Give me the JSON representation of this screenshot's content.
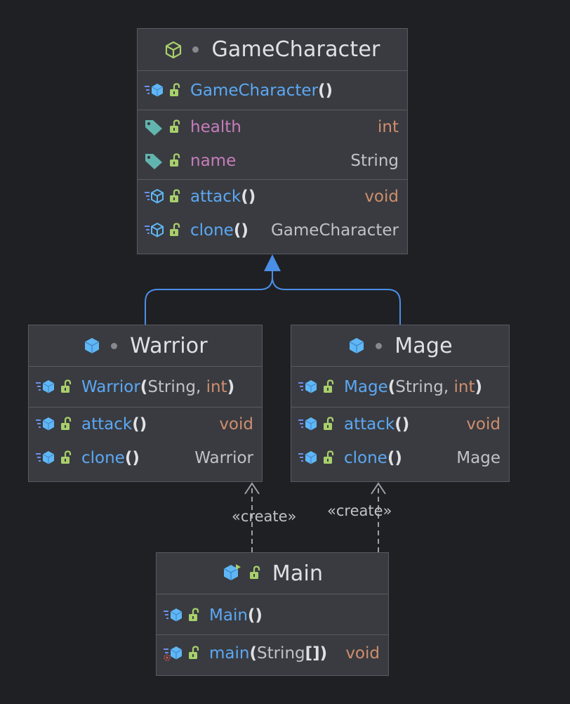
{
  "classes": {
    "gamecharacter": {
      "name": "GameCharacter",
      "constructor": {
        "name": "GameCharacter",
        "params": "()"
      },
      "fields": [
        {
          "name": "health",
          "type": "int"
        },
        {
          "name": "name",
          "type": "String"
        }
      ],
      "methods": [
        {
          "name": "attack",
          "params": "()",
          "return": "void"
        },
        {
          "name": "clone",
          "params": "()",
          "return": "GameCharacter"
        }
      ]
    },
    "warrior": {
      "name": "Warrior",
      "constructor": {
        "name": "Warrior",
        "open": "(",
        "p1": "String, ",
        "p2": "int",
        "close": ")"
      },
      "methods": [
        {
          "name": "attack",
          "params": "()",
          "return": "void"
        },
        {
          "name": "clone",
          "params": "()",
          "return": "Warrior"
        }
      ]
    },
    "mage": {
      "name": "Mage",
      "constructor": {
        "name": "Mage",
        "open": "(",
        "p1": "String, ",
        "p2": "int",
        "close": ")"
      },
      "methods": [
        {
          "name": "attack",
          "params": "()",
          "return": "void"
        },
        {
          "name": "clone",
          "params": "()",
          "return": "Mage"
        }
      ]
    },
    "main": {
      "name": "Main",
      "constructor": {
        "name": "Main",
        "params": "()"
      },
      "methods": [
        {
          "name": "main",
          "open": "(",
          "p1": "String",
          "close": "[])",
          "return": "void"
        }
      ]
    }
  },
  "relations": {
    "create_label": "«create»"
  },
  "colors": {
    "background": "#1f2024",
    "box_fill": "#393b40",
    "box_border": "#575a61",
    "method_blue": "#5ca8f4",
    "field_pink": "#c77dbb",
    "keyword_orange": "#cf8e6d",
    "inheritance_arrow": "#4b8ee6",
    "dependency_line": "#9da0a8"
  },
  "icons": {
    "class_header": "class-outline-icon",
    "class_solid": "class-icon",
    "method": "method-icon",
    "abstract_method": "abstract-method-icon",
    "field": "field-tag-icon",
    "public": "unlock-icon"
  }
}
